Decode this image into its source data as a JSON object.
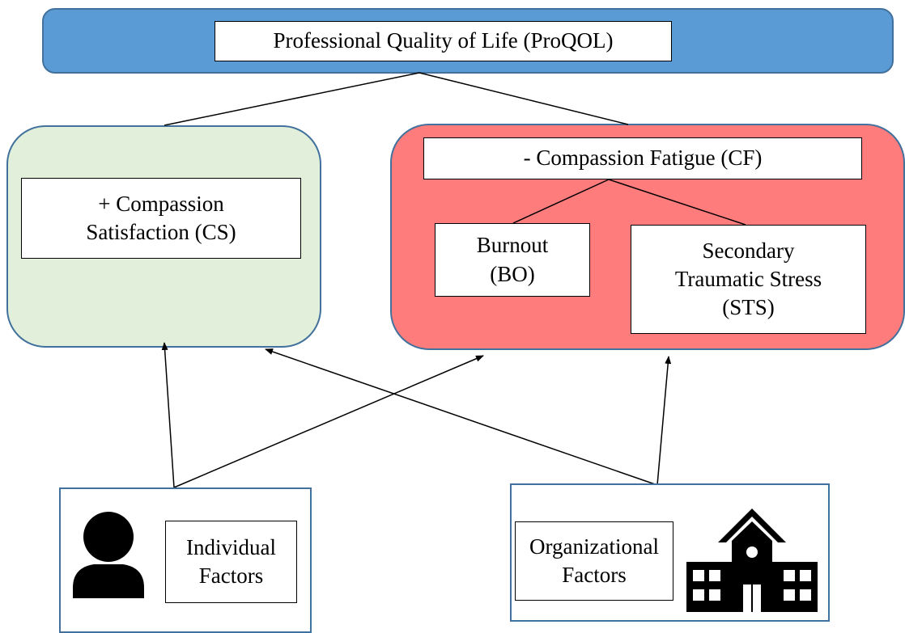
{
  "title": "Professional Quality of Life (ProQOL)",
  "compassion_satisfaction": "+ Compassion\nSatisfaction (CS)",
  "compassion_fatigue": "- Compassion Fatigue (CF)",
  "burnout": "Burnout\n(BO)",
  "secondary_traumatic_stress": "Secondary\nTraumatic Stress\n(STS)",
  "individual_factors": "Individual\nFactors",
  "organizational_factors": "Organizational\nFactors",
  "icons": {
    "person": "person-icon",
    "building": "school-building-icon"
  },
  "colors": {
    "header": "#5b9bd5",
    "satisfaction_panel": "#e2efda",
    "fatigue_panel": "#ff7c7c",
    "border": "#41719c"
  }
}
